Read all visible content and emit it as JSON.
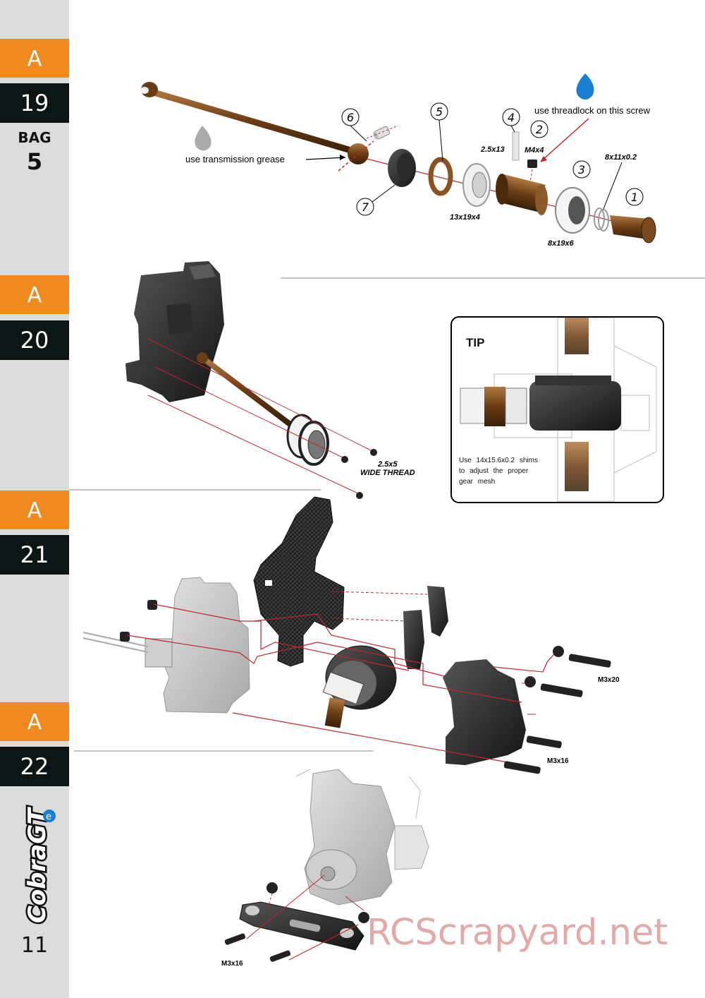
{
  "sidebar": {
    "steps": [
      {
        "letter": "A",
        "number": "19",
        "bag_label": "BAG",
        "bag_number": "5"
      },
      {
        "letter": "A",
        "number": "20"
      },
      {
        "letter": "A",
        "number": "21"
      },
      {
        "letter": "A",
        "number": "22"
      }
    ],
    "page_number": "11",
    "logo_text": "CobraGTe"
  },
  "step19": {
    "grease_note": "use transmission grease",
    "threadlock_note": "use threadlock on this screw",
    "callouts": [
      "1",
      "2",
      "3",
      "4",
      "5",
      "6",
      "7"
    ],
    "parts": {
      "pin": "2.5x13",
      "screw": "M4x4",
      "shim": "8x11x0.2",
      "bearing_large": "13x19x4",
      "bearing_small": "8x19x6"
    }
  },
  "step20": {
    "screw_label_1": "2.5x5",
    "screw_label_2": "WIDE THREAD",
    "tip": {
      "title": "TIP",
      "text": "Use 14x15.6x0.2 shims to adjust the proper gear mesh"
    }
  },
  "step21": {
    "screw_top": "M3x20",
    "screw_bottom": "M3x16"
  },
  "step22": {
    "screw": "M3x16"
  },
  "watermark": "RCScrapyard.net",
  "colors": {
    "orange": "#f08a1e",
    "dark": "#0c1614",
    "sidebar": "#dcdcdc",
    "bronze": "#7a4a1e",
    "red_line": "#c0272d",
    "threadlock_blue": "#1a7fd0"
  }
}
